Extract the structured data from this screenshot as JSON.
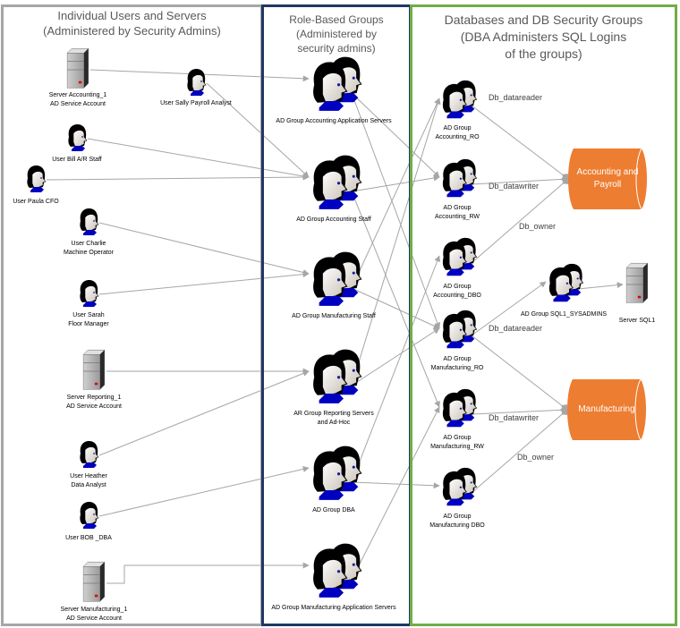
{
  "frames": {
    "users": {
      "title": "Individual Users and Servers\n(Administered by Security Admins)",
      "border_color": "#a6a6a6"
    },
    "roles": {
      "title": "Role-Based Groups\n(Administered by\nsecurity admins)",
      "border_color": "#1f3864"
    },
    "db": {
      "title": "Databases and DB Security Groups\n(DBA Administers SQL Logins\nof the groups)",
      "border_color": "#70ad47"
    }
  },
  "colors": {
    "connector": "#a6a6a6",
    "database_fill": "#ed7d31",
    "person_hair": "#000000",
    "person_shirt": "#0000c0"
  },
  "users": [
    {
      "id": "srv_acct",
      "type": "server",
      "label": "Server Accounting_1\nAD Service Account"
    },
    {
      "id": "sally",
      "type": "user",
      "label": "User Sally Payroll Analyst"
    },
    {
      "id": "bill",
      "type": "user",
      "label": "User Bill A/R Staff"
    },
    {
      "id": "paula",
      "type": "user",
      "label": "User Paula CFO"
    },
    {
      "id": "charlie",
      "type": "user",
      "label": "User Charlie\nMachine Operator"
    },
    {
      "id": "sarah",
      "type": "user",
      "label": "User Sarah\nFloor Manager"
    },
    {
      "id": "srv_rep",
      "type": "server",
      "label": "Server Reporting_1\nAD Service Account"
    },
    {
      "id": "heather",
      "type": "user",
      "label": "User Heather\nData Analyst"
    },
    {
      "id": "bob",
      "type": "user",
      "label": "User BOB _DBA"
    },
    {
      "id": "srv_mfg",
      "type": "server",
      "label": "Server Manufacturing_1\nAD Service Account"
    }
  ],
  "role_groups": [
    {
      "id": "g_acct_app",
      "label": "AD Group Accounting Application Servers"
    },
    {
      "id": "g_acct_staff",
      "label": "AD Group Accounting Staff"
    },
    {
      "id": "g_mfg_staff",
      "label": "AD Group Manufacturing Staff"
    },
    {
      "id": "g_rep",
      "label": "AR Group Reporting Servers\nand Ad-Hoc"
    },
    {
      "id": "g_dba",
      "label": "AD Group DBA"
    },
    {
      "id": "g_mfg_app",
      "label": "AD Group Manufacturing Application Servers"
    }
  ],
  "db_groups": [
    {
      "id": "d_acct_ro",
      "label": "AD Group\nAccounting_RO"
    },
    {
      "id": "d_acct_rw",
      "label": "AD Group\nAccounting_RW"
    },
    {
      "id": "d_acct_dbo",
      "label": "AD Group\nAccounting_DBO"
    },
    {
      "id": "d_mfg_ro",
      "label": "AD Group\nManufacturing_RO"
    },
    {
      "id": "d_mfg_rw",
      "label": "AD Group\nManufacturing_RW"
    },
    {
      "id": "d_mfg_dbo",
      "label": "AD Group\nManufacturing DBO"
    },
    {
      "id": "d_sysadmins",
      "label": "AD Group SQL1_SYSADMINS"
    }
  ],
  "databases": [
    {
      "id": "db_acct",
      "label": "Accounting and\nPayroll"
    },
    {
      "id": "db_mfg",
      "label": "Manufacturing"
    }
  ],
  "sql_server": {
    "id": "srv_sql1",
    "label": "Server SQL1"
  },
  "edge_labels": {
    "acct_reader": "Db_datareader",
    "acct_writer": "Db_datawriter",
    "acct_owner": "Db_owner",
    "mfg_reader": "Db_datareader",
    "mfg_writer": "Db_datawriter",
    "mfg_owner": "Db_owner"
  },
  "connections": [
    [
      "srv_acct",
      "g_acct_app"
    ],
    [
      "sally",
      "g_acct_staff"
    ],
    [
      "bill",
      "g_acct_staff"
    ],
    [
      "paula",
      "g_acct_staff"
    ],
    [
      "charlie",
      "g_mfg_staff"
    ],
    [
      "sarah",
      "g_mfg_staff"
    ],
    [
      "srv_rep",
      "g_rep"
    ],
    [
      "heather",
      "g_rep"
    ],
    [
      "bob",
      "g_dba"
    ],
    [
      "srv_mfg",
      "g_mfg_app"
    ],
    [
      "g_acct_app",
      "d_acct_rw"
    ],
    [
      "g_acct_app",
      "d_mfg_ro"
    ],
    [
      "g_acct_staff",
      "d_acct_rw"
    ],
    [
      "g_acct_staff",
      "d_mfg_rw"
    ],
    [
      "g_mfg_staff",
      "d_acct_ro"
    ],
    [
      "g_mfg_staff",
      "d_mfg_ro"
    ],
    [
      "g_rep",
      "d_acct_ro"
    ],
    [
      "g_rep",
      "d_mfg_ro"
    ],
    [
      "g_dba",
      "d_acct_dbo"
    ],
    [
      "g_dba",
      "d_mfg_dbo"
    ],
    [
      "g_mfg_app",
      "d_mfg_rw"
    ],
    [
      "d_acct_ro",
      "db_acct"
    ],
    [
      "d_acct_rw",
      "db_acct"
    ],
    [
      "d_acct_dbo",
      "db_acct"
    ],
    [
      "d_mfg_ro",
      "db_mfg"
    ],
    [
      "d_mfg_rw",
      "db_mfg"
    ],
    [
      "d_mfg_dbo",
      "db_mfg"
    ],
    [
      "d_mfg_ro",
      "d_sysadmins"
    ],
    [
      "d_sysadmins",
      "srv_sql1"
    ]
  ]
}
